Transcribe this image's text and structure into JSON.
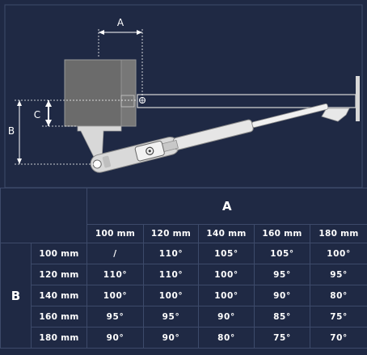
{
  "diagram": {
    "label_a": "A",
    "label_b": "B",
    "label_c": "C"
  },
  "table": {
    "col_group_label": "A",
    "row_group_label": "B",
    "col_headers": [
      "100 mm",
      "120 mm",
      "140 mm",
      "160 mm",
      "180 mm"
    ],
    "rows": [
      {
        "label": "100 mm",
        "values": [
          "/",
          "110°",
          "105°",
          "105°",
          "100°"
        ]
      },
      {
        "label": "120 mm",
        "values": [
          "110°",
          "110°",
          "100°",
          "95°",
          "95°"
        ]
      },
      {
        "label": "140 mm",
        "values": [
          "100°",
          "100°",
          "100°",
          "90°",
          "80°"
        ]
      },
      {
        "label": "160 mm",
        "values": [
          "95°",
          "95°",
          "90°",
          "85°",
          "75°"
        ]
      },
      {
        "label": "180 mm",
        "values": [
          "90°",
          "90°",
          "80°",
          "75°",
          "70°"
        ]
      }
    ]
  },
  "colors": {
    "background": "#1f2944",
    "grid_line": "#3d4a6a",
    "text": "#ffffff"
  }
}
